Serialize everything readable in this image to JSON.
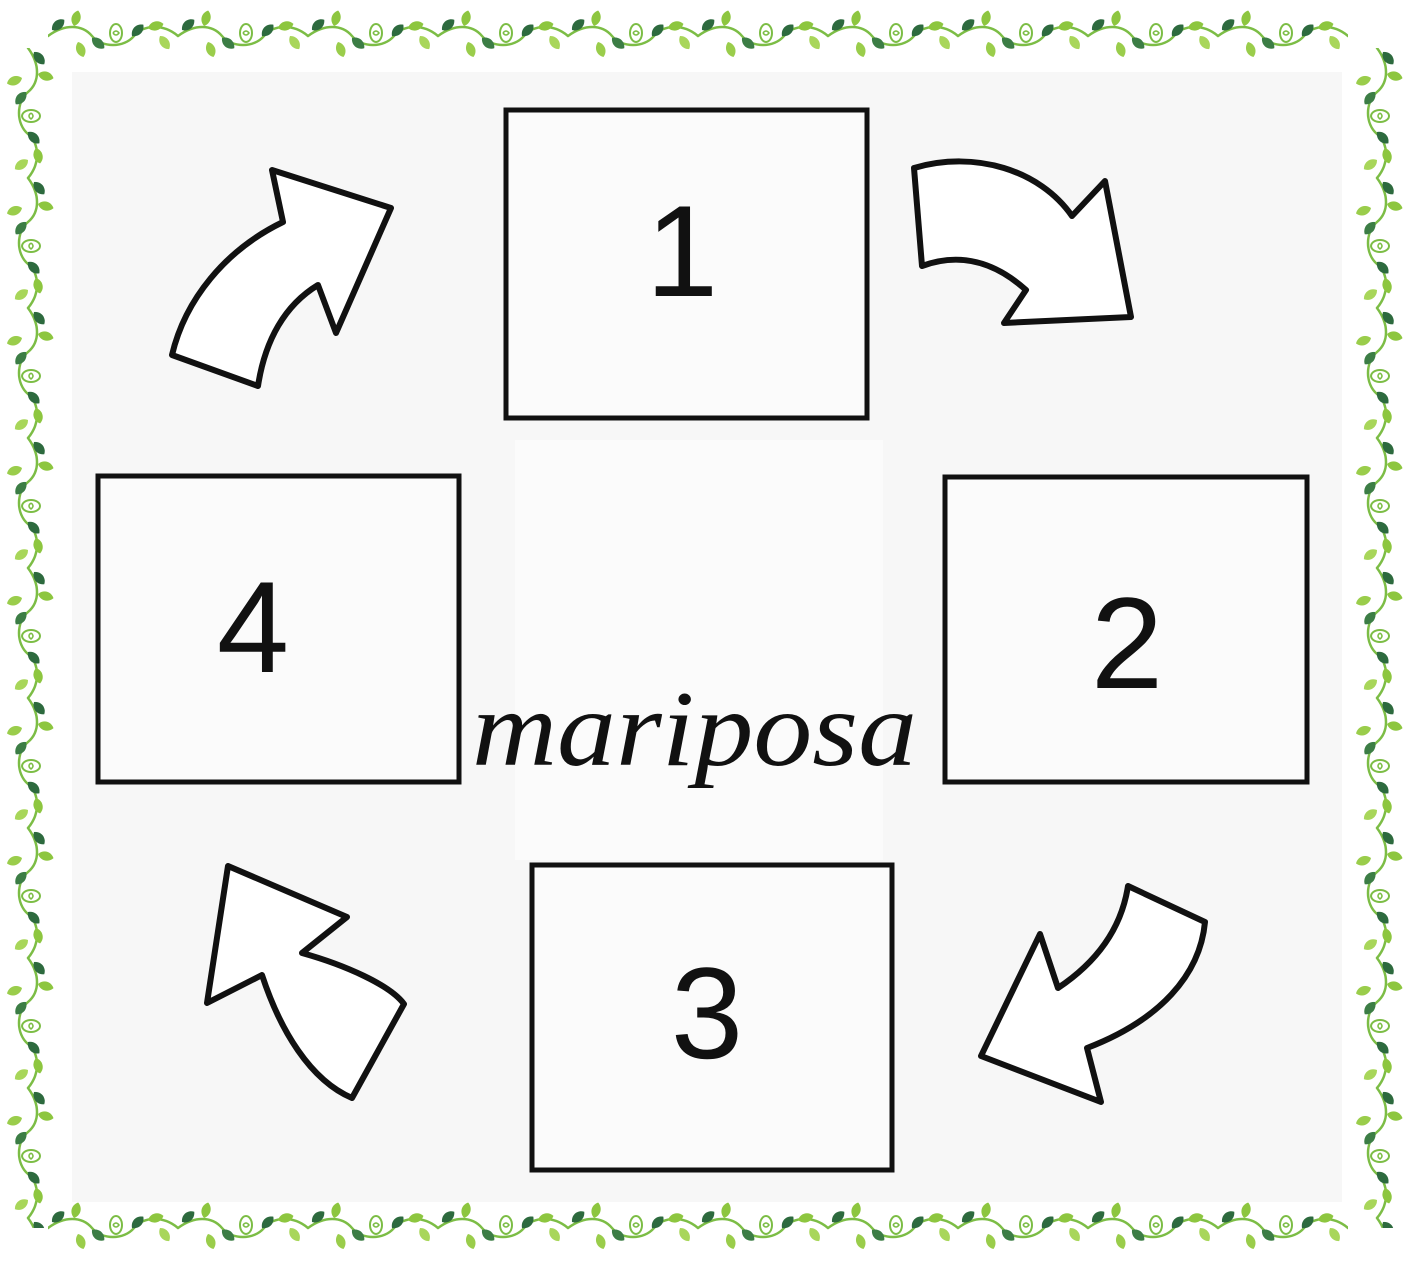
{
  "boxes": [
    {
      "label": "1"
    },
    {
      "label": "2"
    },
    {
      "label": "3"
    },
    {
      "label": "4"
    }
  ],
  "center_word": "mariposa",
  "arrows": [
    {
      "icon": "curved-arrow-up-right-icon"
    },
    {
      "icon": "curved-arrow-down-right-icon"
    },
    {
      "icon": "curved-arrow-down-left-icon"
    },
    {
      "icon": "curved-arrow-up-left-icon"
    }
  ],
  "border": {
    "icon": "vine-border",
    "colors": {
      "dark_leaf": "#2d6a3e",
      "light_leaf": "#8dc63f",
      "stem": "#7cbd45"
    }
  }
}
